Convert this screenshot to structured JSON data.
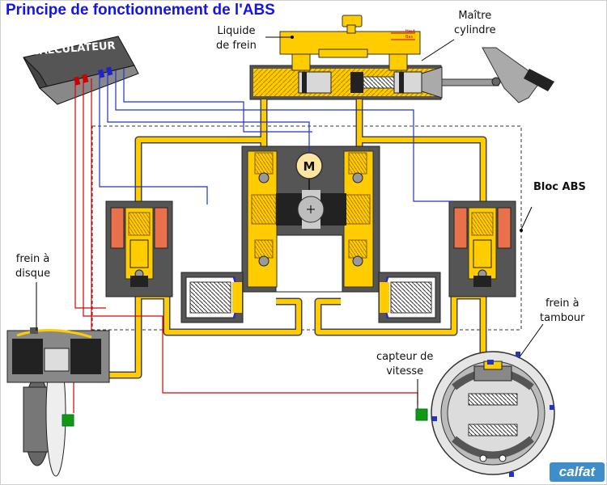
{
  "title": "Principe de fonctionnement de l'ABS",
  "labels": {
    "liquide_frein": [
      "Liquide",
      "de frein"
    ],
    "maitre_cylindre": [
      "Maître",
      "cylindre"
    ],
    "calculateur": "CALCULATEUR",
    "motor": "M",
    "bloc_abs": "Bloc ABS",
    "frein_disque": [
      "frein à",
      "disque"
    ],
    "frein_tambour": [
      "frein à",
      "tambour"
    ],
    "capteur_vitesse": [
      "capteur de",
      "vitesse"
    ],
    "reservoir_haut": "Haut",
    "reservoir_bas": "Bas"
  },
  "brand": "calfat",
  "colors": {
    "fluid": "#ffcc00",
    "body": "#555555",
    "wire_red": "#dd0000",
    "wire_blue": "#2233cc",
    "spring": "#e8a800",
    "sensor": "#119911"
  }
}
